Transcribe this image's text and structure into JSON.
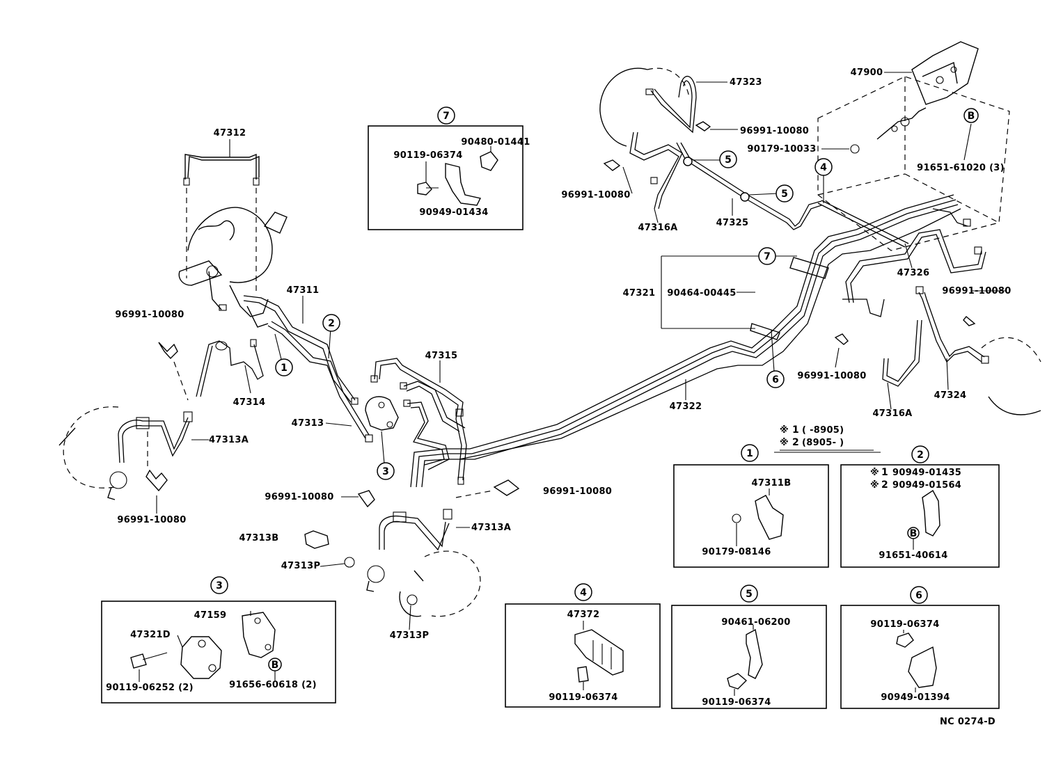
{
  "labels": {
    "p47312": "47312",
    "p47311": "47311",
    "p47314": "47314",
    "p47313": "47313",
    "p47313A_left": "47313A",
    "p96991_a": "96991-10080",
    "p96991_b": "96991-10080",
    "p47315": "47315",
    "p96991_c": "96991-10080",
    "p96991_d": "96991-10080",
    "p47313A_mid": "47313A",
    "p47313B": "47313B",
    "p47313P_a": "47313P",
    "p47313P_b": "47313P",
    "p47322": "47322",
    "p47323": "47323",
    "p96991_e": "96991-10080",
    "p90179_10033": "90179-10033",
    "p96991_f": "96991-10080",
    "p47316A_a": "47316A",
    "p47325": "47325",
    "p47900": "47900",
    "p91651_61020": "91651-61020 (3)",
    "p47326": "47326",
    "p96991_g": "96991-10080",
    "p47321": "47321",
    "p90464_00445": "90464-00445",
    "p96991_h": "96991-10080",
    "p47316A_b": "47316A",
    "p47324": "47324",
    "note1_code": "1",
    "note1_range": "( -8905)",
    "note2_code": "2",
    "note2_range": "(8905- )",
    "code_ref": "NC 0274-D"
  },
  "callouts": {
    "c1": "1",
    "c2": "2",
    "c3": "3",
    "c4": "4",
    "c5a": "5",
    "c5b": "5",
    "c6": "6",
    "c7": "7",
    "b_main": "B"
  },
  "insets": {
    "i7": {
      "num": "7",
      "a": "90480-01441",
      "b": "90119-06374",
      "c": "90949-01434"
    },
    "i1": {
      "num": "1",
      "a": "47311B",
      "b": "90179-08146"
    },
    "i2": {
      "num": "2",
      "a": "90949-01435",
      "b": "90949-01564",
      "c": "91651-40614",
      "m1": "1",
      "m2": "2",
      "badge": "B"
    },
    "i3": {
      "num": "3",
      "a": "47159",
      "b": "47321D",
      "c": "90119-06252 (2)",
      "d": "91656-60618 (2)",
      "badge": "B"
    },
    "i4": {
      "num": "4",
      "a": "47372",
      "b": "90119-06374"
    },
    "i5": {
      "num": "5",
      "a": "90461-06200",
      "b": "90119-06374"
    },
    "i6": {
      "num": "6",
      "a": "90119-06374",
      "b": "90949-01394"
    }
  }
}
